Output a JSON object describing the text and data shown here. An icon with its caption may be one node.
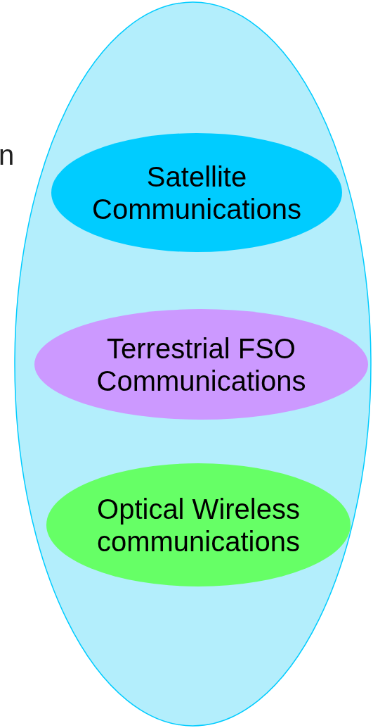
{
  "diagram": {
    "nodes": [
      {
        "text": [],
        "shape": "ellipse"
      },
      {
        "text": [
          "Satellite Communications"
        ],
        "in": 0
      },
      {
        "text": [
          "Terrestrial FSO Communications"
        ],
        "in": 0
      },
      {
        "text": [
          "Optical Wireless communications"
        ],
        "in": 0
      }
    ],
    "labels": [
      "n"
    ]
  }
}
